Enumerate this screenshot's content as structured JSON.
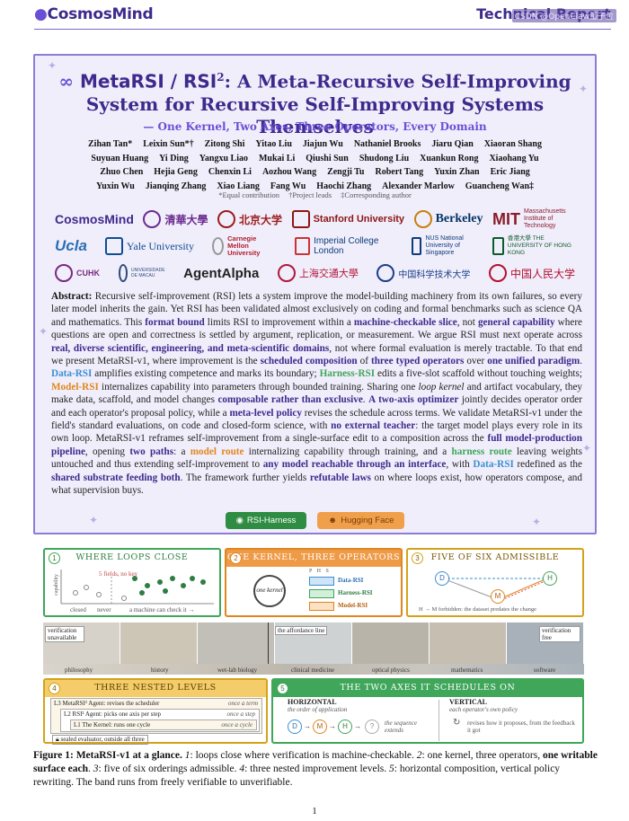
{
  "header": {
    "logo": "CosmosMind",
    "right_title": "Technical Report",
    "watermark": "CSDN @OpenClaw量子位"
  },
  "paper": {
    "title_brand": "MetaRSI / RSI",
    "title_sup": "2",
    "title_rest": ": A Meta-Recursive Self-Improving System for Recursive Self-Improving Systems Themselves",
    "subtitle": "— One Kernel, Two Axes, Three Operators, Every Domain",
    "authors": [
      "Zihan Tan*",
      "Leixin Sun*†",
      "Zitong Shi",
      "Yitao Liu",
      "Jiajun Wu",
      "Nathaniel Brooks",
      "Jiaru Qian",
      "Xiaoran Shang",
      "Suyuan Huang",
      "Yi Ding",
      "Yangxu Liao",
      "Mukai Li",
      "Qiushi Sun",
      "Shudong Liu",
      "Xuankun Rong",
      "Xiaohang Yu",
      "Zhuo Chen",
      "Hejia Geng",
      "Chenxin Li",
      "Aozhou Wang",
      "Zengji Tu",
      "Robert Tang",
      "Yuxin Zhan",
      "Eric Jiang",
      "Yuxin Wu",
      "Jianqing Zhang",
      "Xiao Liang",
      "Fang Wu",
      "Haochi Zhang",
      "Alexander Marlow",
      "Guancheng Wan‡"
    ],
    "notes": [
      "*Equal contribution",
      "†Project leads",
      "‡Corresponding author"
    ]
  },
  "logos": {
    "row1": [
      "CosmosMind",
      "清華大學",
      "北京大学",
      "Stanford University",
      "Berkeley",
      "Massachusetts Institute of Technology"
    ],
    "row2": [
      "Ucla",
      "Yale University",
      "Carnegie Mellon University",
      "Imperial College London",
      "NUS National University of Singapore",
      "香港大學 THE UNIVERSITY OF HONG KONG"
    ],
    "row3": [
      "CUHK",
      "UNIVERSIDADE DE MACAU",
      "AgentAlpha",
      "上海交通大學",
      "中国科学技术大学",
      "中国人民大学"
    ]
  },
  "abstract": {
    "label": "Abstract:",
    "s1": " Recursive self-improvement (RSI) lets a system improve the model-building machinery from its own failures, so every later model inherits the gain. Yet RSI has been validated almost exclusively on coding and formal benchmarks such as science QA and mathematics. This ",
    "k1": "format bound",
    "s2": " limits RSI to improvement within a ",
    "k2": "machine-checkable slice",
    "s3": ", not ",
    "k3": "general capability",
    "s4": " where questions are open and correctness is settled by argument, replication, or measurement. We argue RSI must next operate across ",
    "k4": "real, diverse scientific, engineering, and meta-scientific domains",
    "s5": ", not where formal evaluation is merely tractable. To that end we present MetaRSI-v1, where improvement is the ",
    "k5": "scheduled composition",
    "s6": " of ",
    "k6": "three typed operators",
    "s7": " over ",
    "k7": "one unified paradigm",
    "s8": ". ",
    "d1": "Data-RSI",
    "s9": " amplifies existing competence and marks its boundary; ",
    "h1": "Harness-RSI",
    "s10": " edits a five-slot scaffold without touching weights; ",
    "m1": "Model-RSI",
    "s11": " internalizes capability into parameters through bounded training. Sharing one ",
    "i1": "loop kernel",
    "s12": " and artifact vocabulary, they make data, scaffold, and model changes ",
    "k8": "composable rather than exclusive",
    "s13": ". ",
    "k9": "A two-axis optimizer",
    "s14": " jointly decides operator order and each operator's proposal policy, while a ",
    "k10": "meta-level policy",
    "s15": " revises the schedule across terms. We validate MetaRSI-v1 under the field's standard evaluations, on code and closed-form science, with ",
    "k11": "no external teacher",
    "s16": ": the target model plays every role in its own loop. MetaRSI-v1 reframes self-improvement from a single-surface edit to a composition across the ",
    "k12": "full model-production pipeline",
    "s17": ", opening ",
    "k13": "two paths",
    "s18": ": a ",
    "m2": "model route",
    "s19": " internalizing capability through training, and a ",
    "h2": "harness route",
    "s20": " leaving weights untouched and thus extending self-improvement to ",
    "k14": "any model reachable through an interface",
    "s21": ", with ",
    "d2": "Data-RSI",
    "s22": " redefined as the ",
    "k15": "shared substrate feeding both",
    "s23": ". The framework further yields ",
    "k16": "refutable laws",
    "s24": " on where loops exist, how operators compose, and what supervision buys."
  },
  "buttons": {
    "harness": "RSI-Harness",
    "hf": "Hugging Face"
  },
  "figure": {
    "p1": {
      "num": "1",
      "title": "WHERE LOOPS CLOSE",
      "note": "5 fields, no key",
      "ylabel": "capability",
      "legend": [
        "closed",
        "never",
        "a machine can check it →"
      ]
    },
    "p2": {
      "num": "2",
      "title": "ONE KERNEL, THREE OPERATORS",
      "kernel": "one kernel",
      "ops": [
        "Data-RSI",
        "Harness-RSI",
        "Model-RSI"
      ],
      "cols": "P  H  S"
    },
    "p3": {
      "num": "3",
      "title": "FIVE OF SIX ADMISSIBLE",
      "nodes": [
        "D",
        "H",
        "M"
      ],
      "note": "H → M forbidden: the dataset predates the change"
    },
    "band": {
      "left_tag": "verification unavailable",
      "mid_tag": "the affordance line",
      "right_tag": "verification free",
      "labels": [
        "philosophy",
        "history",
        "wet-lab biology",
        "clinical medicine",
        "optical physics",
        "mathematics",
        "software"
      ]
    },
    "p4": {
      "num": "4",
      "title": "THREE NESTED LEVELS",
      "l3": "L3   MetaRSI² Agent: revises the scheduler",
      "l3r": "once a term",
      "l2": "L2   RSI² Agent: picks one axis per step",
      "l2r": "once a step",
      "l1": "L1   The Kernel: runs one cycle",
      "l1r": "once a cycle",
      "foot": "sealed evaluator, outside all three"
    },
    "p5": {
      "num": "5",
      "title": "THE TWO AXES IT SCHEDULES ON",
      "h_title": "HORIZONTAL",
      "h_sub": "the order of application",
      "h_note": "the sequence extends",
      "v_title": "VERTICAL",
      "v_sub": "each operator's own policy",
      "v_note": "revises how it proposes, from the feedback it got",
      "nodes": [
        "D",
        "M",
        "H",
        "?"
      ]
    }
  },
  "caption": {
    "label": "Figure 1: MetaRSI-v1 at a glance.",
    "t1": " ",
    "n1": "1",
    "t2": ": loops close where verification is machine-checkable. ",
    "n2": "2",
    "t3": ": one kernel, three operators, ",
    "b1": "one writable surface each",
    "t4": ". ",
    "n3": "3",
    "t5": ": five of six orderings admissible. ",
    "n4": "4",
    "t6": ": three nested improvement levels. ",
    "n5": "5",
    "t7": ": horizontal composition, vertical policy rewriting. The band runs from freely verifiable to unverifiable."
  },
  "page_number": "1",
  "colors": {
    "brand": "#3d2a8c",
    "accent": "#6a4fd6",
    "data": "#3a8fd1",
    "harness": "#3fa65a",
    "model": "#e0861f"
  }
}
